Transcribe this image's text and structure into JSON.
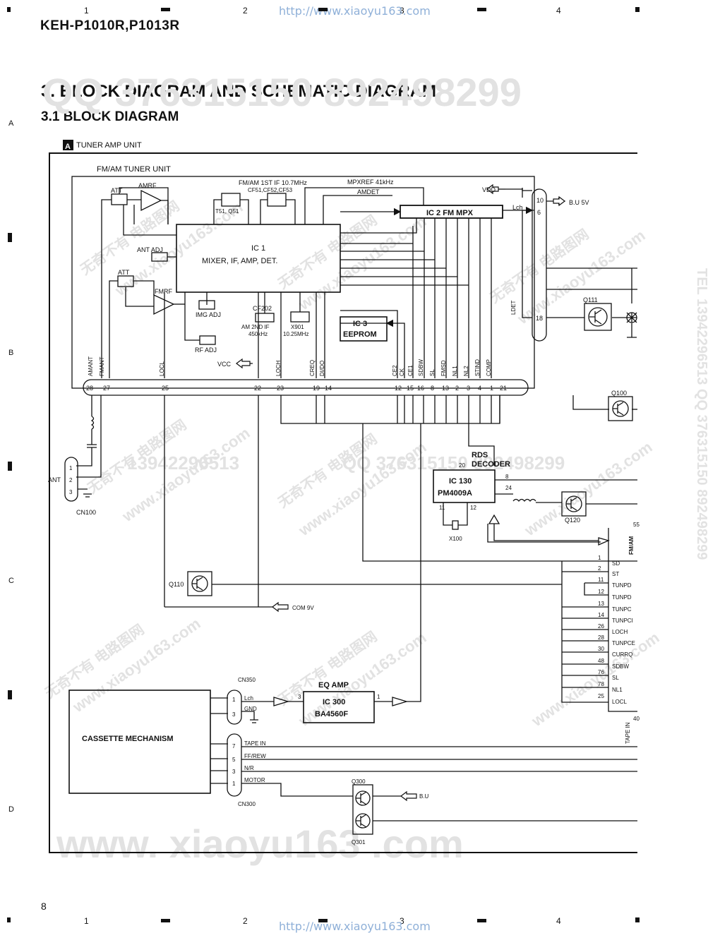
{
  "header": {
    "model": "KEH-P1010R,P1013R",
    "url_top": "http://www.xiaoyu163.com",
    "url_bottom": "http://www.xiaoyu163.com",
    "columns": [
      "1",
      "2",
      "3",
      "4"
    ],
    "rows": [
      "A",
      "B",
      "C",
      "D"
    ]
  },
  "titles": {
    "section": "3. BLOCK DIAGRAM AND SCHEMATIC DIAGRAM",
    "subsection": "3.1 BLOCK DIAGRAM"
  },
  "page_number": "8",
  "watermarks": {
    "big_top": "QQ 376315150  892498299",
    "big_bottom": "www. xiaoyu163 .com",
    "side": "TEL 13942296513  QQ 376315150  892498299",
    "mid_phone": "13942296513",
    "mid_qq": "QQ 376315150  892498299",
    "diag_site": "www.xiaoyu163.com",
    "diag_cn": "无奇不有  电路图网"
  },
  "diagram": {
    "unit_badge": "A",
    "unit_label": "TUNER AMP UNIT",
    "tuner_unit": "FM/AM TUNER UNIT",
    "att": "ATT",
    "amrf": "AMRF",
    "fmrf": "FMRF",
    "ant_adj": "ANT ADJ",
    "img_adj": "IMG ADJ",
    "rf_adj": "RF ADJ",
    "t51": "T51, Q51",
    "if_label": "FM/AM 1ST IF 10.7MHz",
    "cf_label": "CF51,CF52,CF53",
    "mpxref": "MPXREF  41kHz",
    "amdet": "AMDET",
    "ic1_title": "IC 1",
    "ic1_desc": "MIXER, IF, AMP, DET.",
    "ic2": "IC 2   FM MPX",
    "ic3_title": "IC 3",
    "ic3_desc": "EEPROM",
    "cf202": "CF202",
    "am2ndif": "AM 2ND IF",
    "am2ndif_freq": "450kHz",
    "x901": "X901",
    "x901_freq": "10.25MHz",
    "vdd": "VDD",
    "vcc": "VCC",
    "lch": "Lch",
    "ldet": "LDET",
    "bu5v": "B.U  5V",
    "vert_signals": [
      "AMANT",
      "FMANT",
      "LOCL",
      "LOCH",
      "CREQ",
      "DI/DO",
      "CE2",
      "CK",
      "CE1",
      "SDBW",
      "SL",
      "FMSD",
      "NL1",
      "NL2",
      "STIND",
      "COMP"
    ],
    "bottom_pins": [
      "28",
      "27",
      "25",
      "22",
      "23",
      "19",
      "14",
      "12",
      "15",
      "16",
      "8",
      "13",
      "2",
      "3",
      "4",
      "1",
      "21"
    ],
    "conn_pins": [
      "10",
      "6",
      "18"
    ],
    "ant": "ANT",
    "cn100": "CN100",
    "cn100_pins": [
      "1",
      "2",
      "3"
    ],
    "q111": "Q111",
    "q100": "Q100",
    "q120": "Q120",
    "q110": "Q110",
    "q300": "Q300",
    "q301": "Q301",
    "rds1": "RDS",
    "rds2": "DECODER",
    "ic130_title": "IC 130",
    "ic130_desc": "PM4009A",
    "ic130_pins": [
      "20",
      "8",
      "24",
      "11",
      "12"
    ],
    "x100": "X100",
    "com9v": "COM 9V",
    "fmam": "FM/AM",
    "ctrl_nums": [
      "1",
      "2",
      "11",
      "12",
      "13",
      "14",
      "26",
      "28",
      "30",
      "48",
      "76",
      "78",
      "25"
    ],
    "ctrl_names": [
      "SD",
      "ST",
      "TUNPD",
      "TUNPD",
      "TUNPC",
      "TUNPCI",
      "LOCH",
      "TUNPCE",
      "CURRQ",
      "SDBW",
      "SL",
      "NL1",
      "LOCL"
    ],
    "ctrl_top_pin": "55",
    "tape_in_pin": "40",
    "tape_in_vert": "TAPE IN",
    "cn350": "CN350",
    "cn350_pins": [
      "1",
      "3"
    ],
    "gnd": "GND",
    "eq_amp": "EQ AMP",
    "ic300_title": "IC 300",
    "ic300_desc": "BA4560F",
    "ic300_pins": [
      "3",
      "1"
    ],
    "cassette": "CASSETTE MECHANISM",
    "cn300": "CN300",
    "cn300_pins": [
      "7",
      "5",
      "3",
      "1"
    ],
    "cn300_sigs": [
      "TAPE IN",
      "FF/REW",
      "N/R",
      "MOTOR"
    ],
    "bu": "B.U"
  }
}
